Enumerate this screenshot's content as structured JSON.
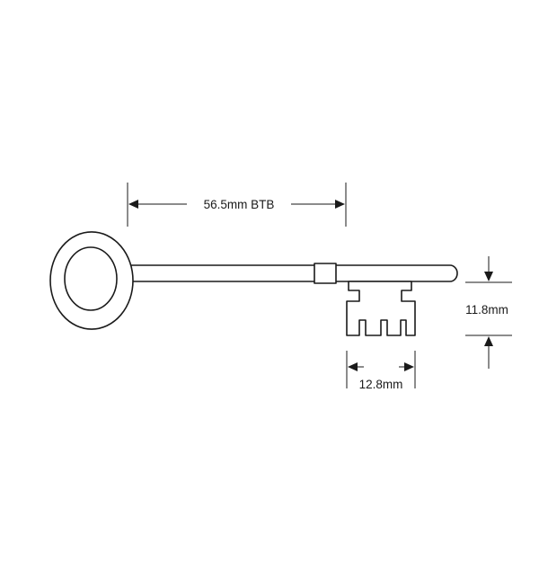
{
  "diagram": {
    "dimensions": {
      "bow_to_bit": "56.5mm BTB",
      "bit_width": "12.8mm",
      "bit_height": "11.8mm"
    },
    "colors": {
      "line": "#1a1a1a",
      "background": "#ffffff"
    }
  }
}
